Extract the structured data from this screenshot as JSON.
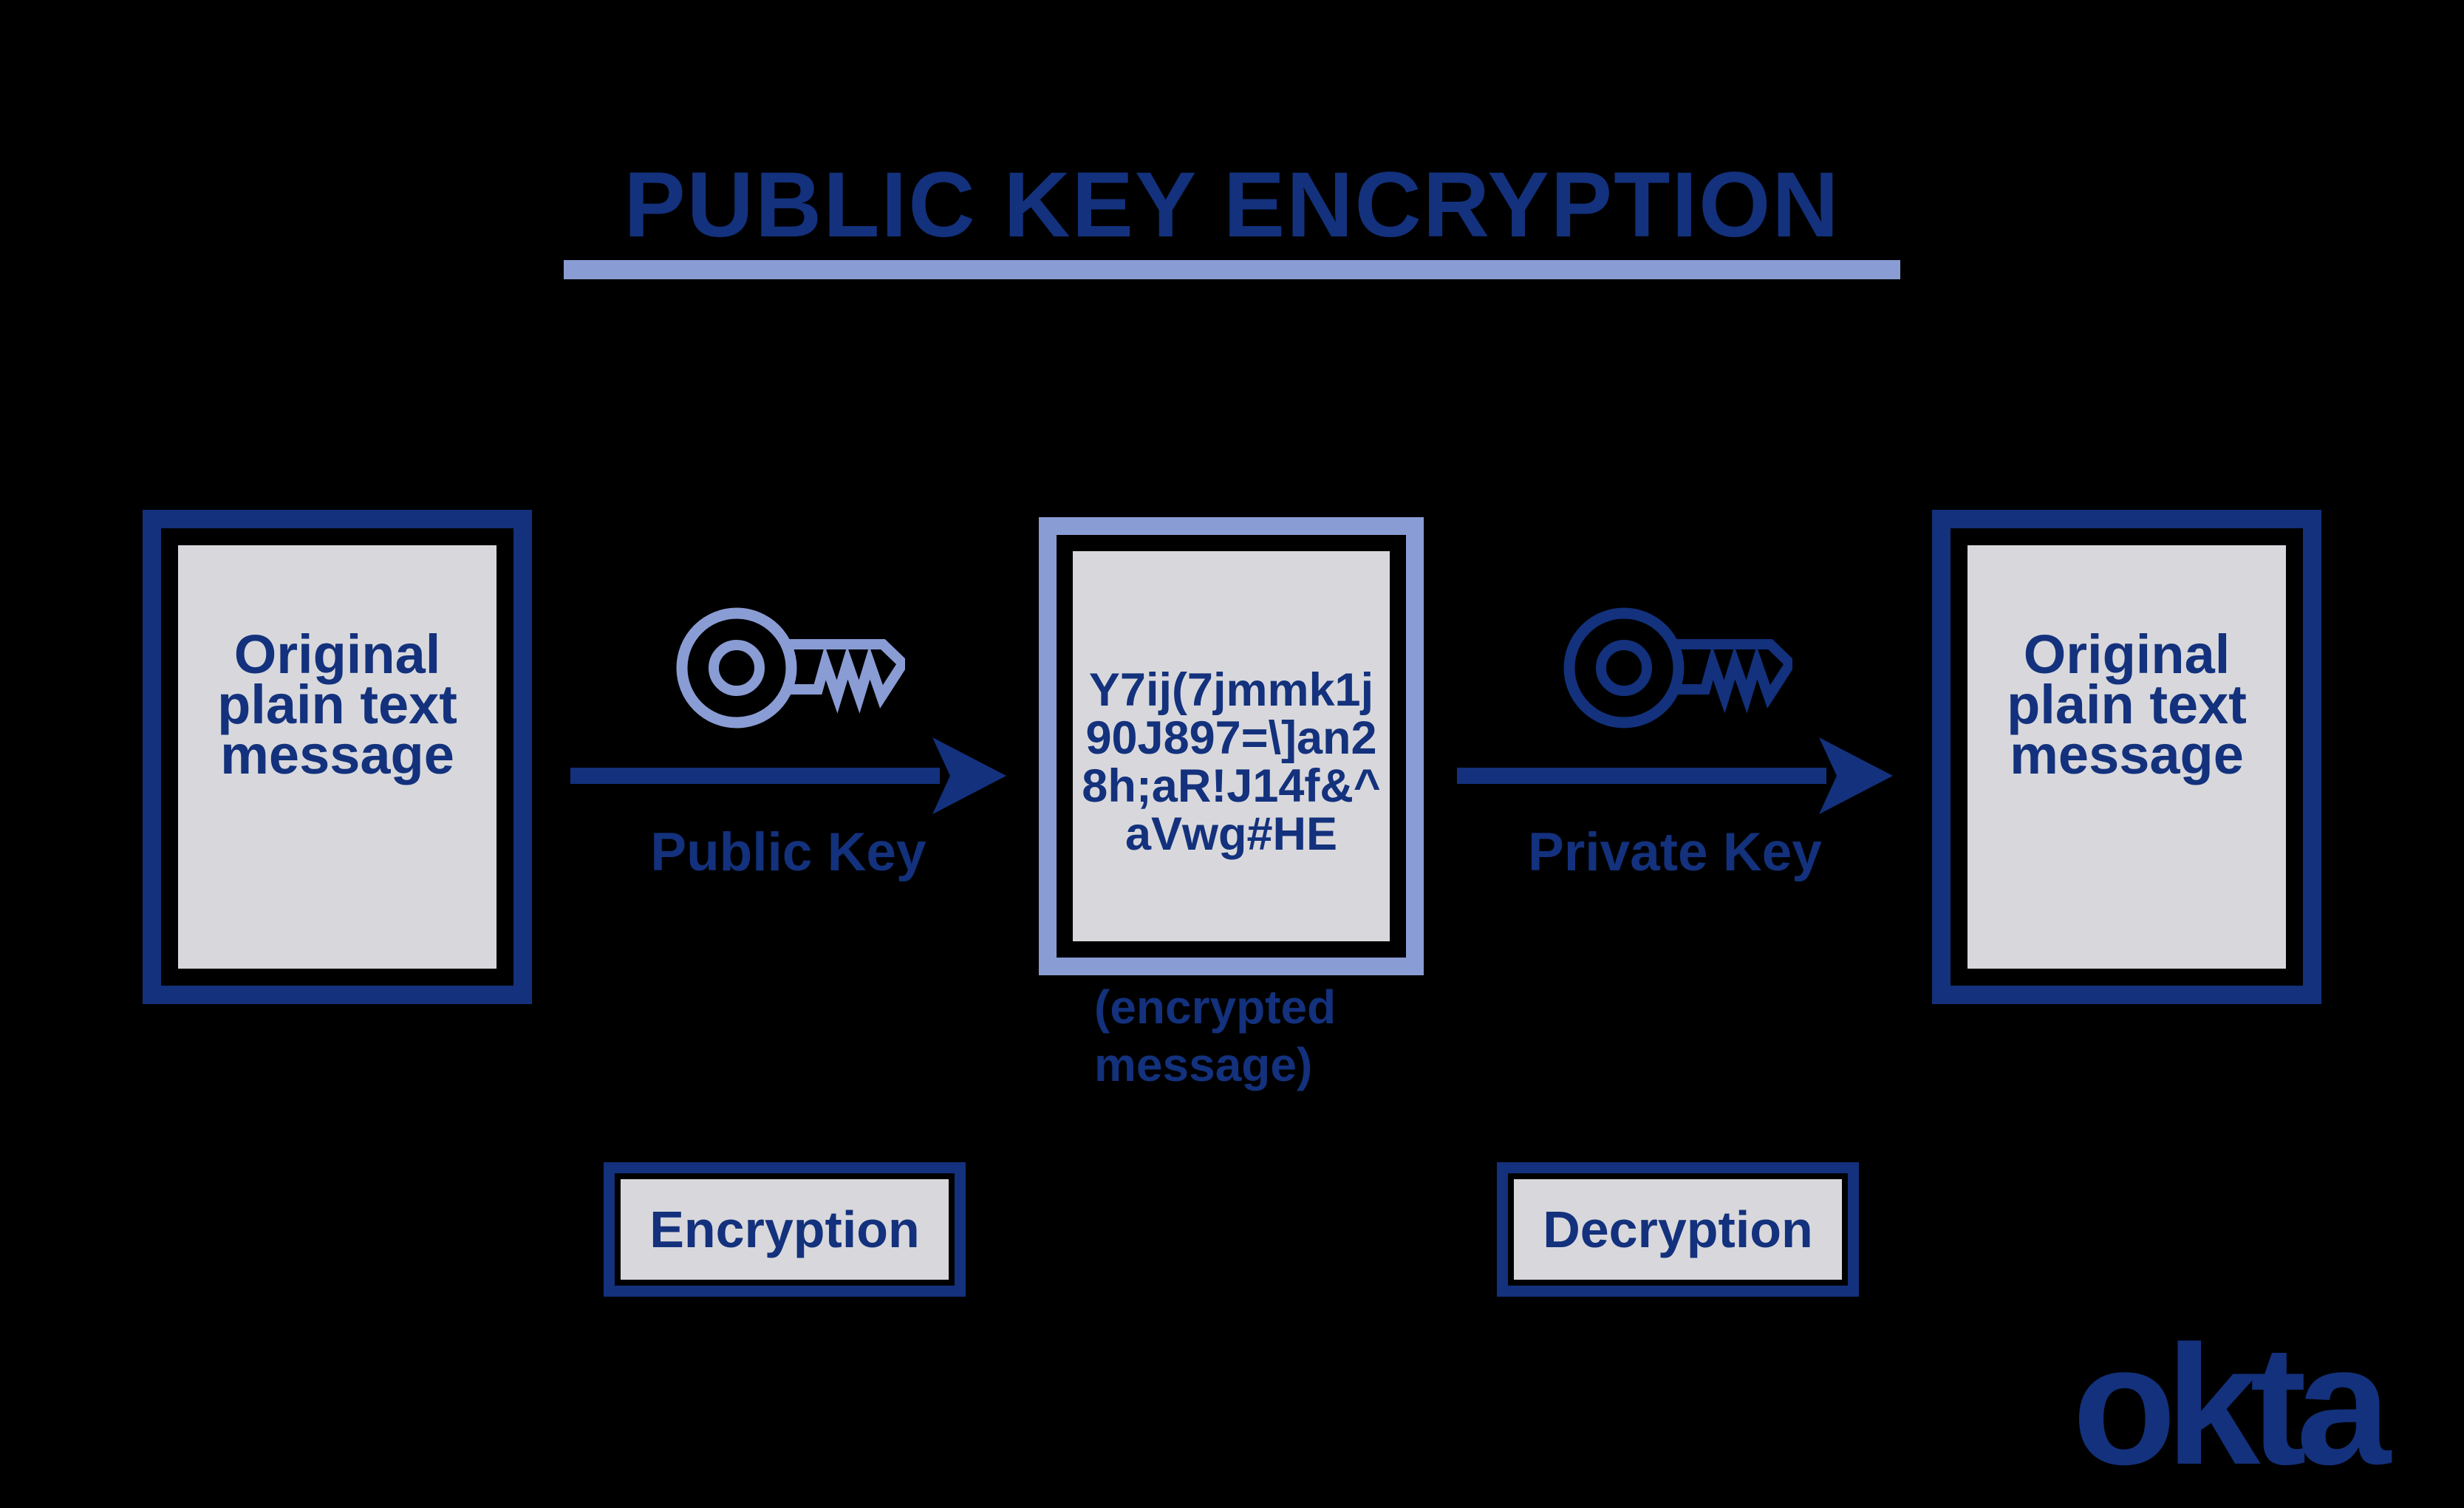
{
  "colors": {
    "background": "#000000",
    "navy": "#13317c",
    "periwinkle": "#8a9cd4",
    "panel_gray": "#d8d8dc"
  },
  "title": {
    "text": "PUBLIC KEY ENCRYPTION"
  },
  "diagram": {
    "nodes": {
      "left_box": {
        "lines": [
          "Original",
          "plain text",
          "message"
        ]
      },
      "middle_box": {
        "lines": [
          "Y7ij(7jmmk1j",
          "90J897=\\]an2",
          "8h;aR!J14f&^",
          "aVwg#HE"
        ],
        "caption_lines": [
          "(encrypted",
          "message)"
        ]
      },
      "right_box": {
        "lines": [
          "Original",
          "plain text",
          "message"
        ]
      }
    },
    "flows": [
      {
        "key_label": "Public Key",
        "step_label": "Encryption",
        "icon": "key-icon",
        "direction": "right"
      },
      {
        "key_label": "Private Key",
        "step_label": "Decryption",
        "icon": "key-icon",
        "direction": "right"
      }
    ]
  },
  "logo": {
    "text": "okta"
  }
}
